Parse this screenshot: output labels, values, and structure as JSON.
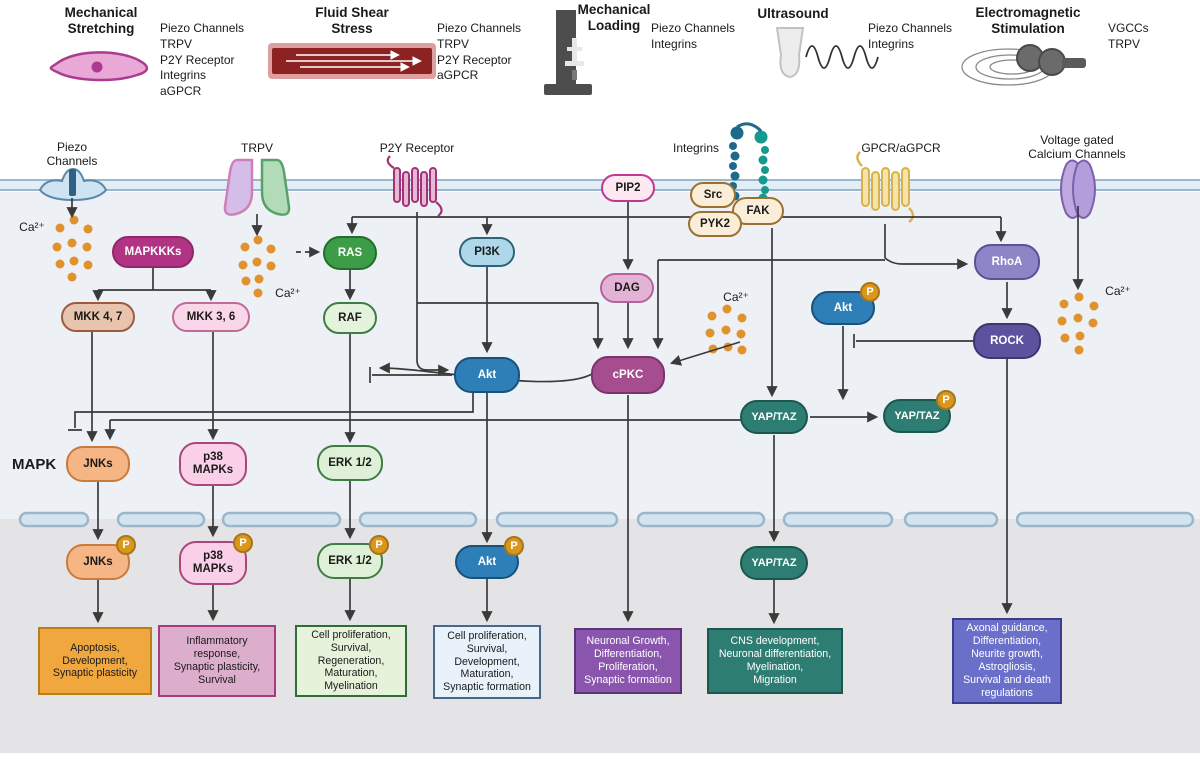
{
  "stimuli": [
    {
      "title": "Mechanical\nStretching",
      "receptors": "Piezo Channels\nTRPV\nP2Y Receptor\nIntegrins\naGPCR"
    },
    {
      "title": "Fluid Shear\nStress",
      "receptors": "Piezo Channels\nTRPV\nP2Y Receptor\naGPCR"
    },
    {
      "title": "Mechanical\nLoading",
      "receptors": "Piezo Channels\nIntegrins"
    },
    {
      "title": "Ultrasound",
      "receptors": "Piezo Channels\nIntegrins"
    },
    {
      "title": "Electromagnetic\nStimulation",
      "receptors": "VGCCs\nTRPV"
    }
  ],
  "receptor_labels": {
    "piezo": "Piezo\nChannels",
    "trpv": "TRPV",
    "p2y": "P2Y Receptor",
    "integrins": "Integrins",
    "gpcr": "GPCR/aGPCR",
    "vgcc": "Voltage gated\nCalcium Channels"
  },
  "ca_label": "Ca²⁺",
  "mapk_label": "MAPK",
  "nodes": {
    "mapkkks": "MAPKKKs",
    "mkk47": "MKK 4, 7",
    "mkk36": "MKK 3, 6",
    "ras": "RAS",
    "raf": "RAF",
    "pi3k": "PI3K",
    "akt": "Akt",
    "pip2": "PIP2",
    "dag": "DAG",
    "cpkc": "cPKC",
    "src": "Src",
    "fak": "FAK",
    "pyk2": "PYK2",
    "rhoa": "RhoA",
    "rock": "ROCK",
    "yaptaz": "YAP/TAZ",
    "jnks": "JNKs",
    "p38": "p38\nMAPKs",
    "erk": "ERK 1/2",
    "p_badge": "P"
  },
  "outcomes": [
    "Apoptosis,\nDevelopment,\nSynaptic plasticity",
    "Inflammatory\nresponse,\nSynaptic plasticity,\nSurvival",
    "Cell proliferation,\nSurvival,\nRegeneration,\nMaturation,\nMyelination",
    "Cell proliferation,\nSurvival,\nDevelopment,\nMaturation,\nSynaptic formation",
    "Neuronal Growth,\nDifferentiation,\nProliferation,\nSynaptic formation",
    "CNS development,\nNeuronal differentiation,\nMyelination,\nMigration",
    "Axonal guidance,\nDifferentiation,\nNeurite growth,\nAstrogliosis,\nSurvival and death\nregulations"
  ],
  "colors": {
    "arrow": "#3a3a3a",
    "ca_dot": "#e0922f",
    "membrane": "#9ab7cb",
    "teal": "#2e7d72",
    "gold": "#d9971e"
  }
}
